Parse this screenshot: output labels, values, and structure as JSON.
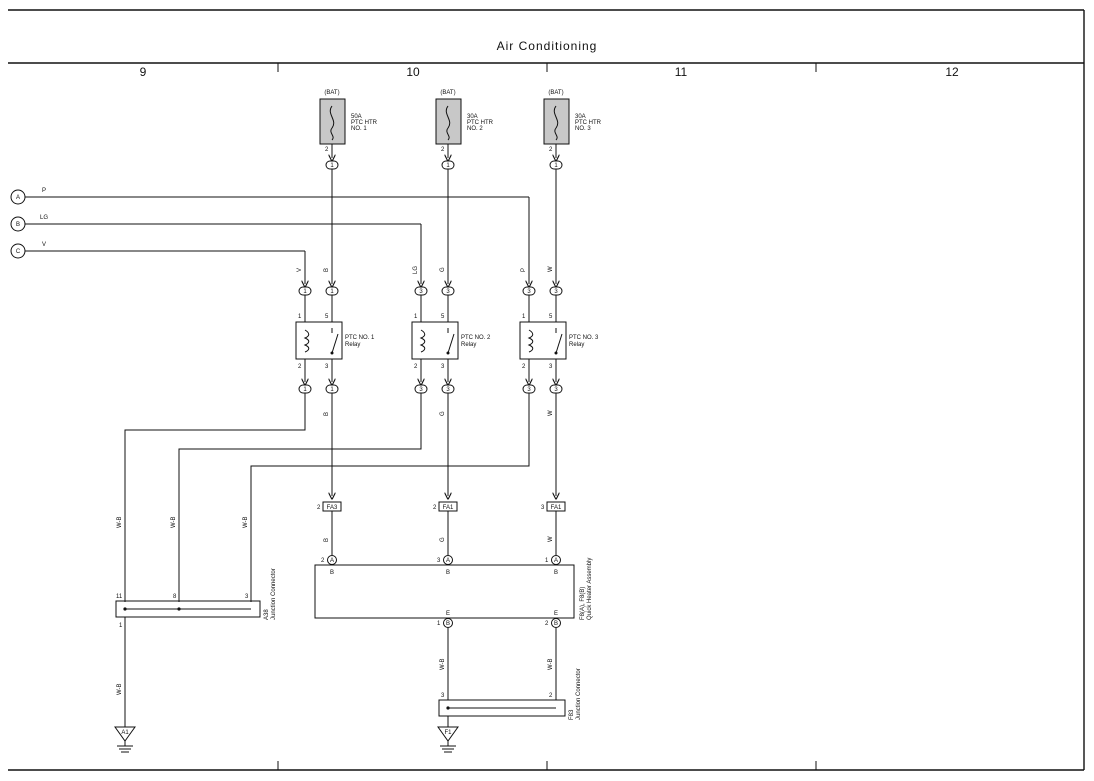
{
  "title": "Air Conditioning",
  "columns": [
    "9",
    "10",
    "11",
    "12"
  ],
  "signals": {
    "a": "A",
    "b": "B",
    "c": "C"
  },
  "wire_colors": {
    "a": "P",
    "b": "LG",
    "c": "V",
    "bat1": "B",
    "bat2": "G",
    "bat3": "W",
    "coil1": "V",
    "coil2": "LG",
    "coil3": "P",
    "sw1": "B",
    "sw2": "G",
    "sw3": "W",
    "out1": "B",
    "out2": "G",
    "out3": "W",
    "gnd1": "W-B",
    "gnd2": "W-B",
    "gnd3": "W-B",
    "heat1": "B",
    "heat2": "G",
    "heat3": "W",
    "e1": "W-B",
    "e2": "W-B",
    "a38out": "W-B"
  },
  "fuses": [
    {
      "source": "(BAT)",
      "amp": "50A",
      "name1": "PTC HTR",
      "name2": "NO. 1",
      "pin": "2",
      "conn": "1"
    },
    {
      "source": "(BAT)",
      "amp": "30A",
      "name1": "PTC HTR",
      "name2": "NO. 2",
      "pin": "2",
      "conn": "1"
    },
    {
      "source": "(BAT)",
      "amp": "30A",
      "name1": "PTC HTR",
      "name2": "NO. 3",
      "pin": "2",
      "conn": "1"
    }
  ],
  "relays": [
    {
      "name": "PTC NO. 1",
      "sub": "Relay",
      "c_top": "1",
      "c_bot": "1",
      "s_top": "1",
      "s_bot": "1",
      "p1": "1",
      "p5": "5",
      "p2": "2",
      "p3": "3"
    },
    {
      "name": "PTC NO. 2",
      "sub": "Relay",
      "c_top": "3",
      "c_bot": "3",
      "s_top": "3",
      "s_bot": "3",
      "p1": "1",
      "p5": "5",
      "p2": "2",
      "p3": "3"
    },
    {
      "name": "PTC NO. 3",
      "sub": "Relay",
      "c_top": "3",
      "c_bot": "3",
      "s_top": "3",
      "s_bot": "3",
      "p1": "1",
      "p5": "5",
      "p2": "2",
      "p3": "3"
    }
  ],
  "fa_connectors": [
    {
      "pin": "2",
      "label": "FA3"
    },
    {
      "pin": "2",
      "label": "FA1"
    },
    {
      "pin": "3",
      "label": "FA1"
    }
  ],
  "heater": {
    "name1": "F8(A), F8(B)",
    "name2": "Quick Heater Assembly",
    "in_pins": [
      {
        "num": "2",
        "circ": "A",
        "lbl": "B"
      },
      {
        "num": "3",
        "circ": "A",
        "lbl": "B"
      },
      {
        "num": "1",
        "circ": "A",
        "lbl": "B"
      }
    ],
    "out_pins": [
      {
        "num": "1",
        "circ": "B",
        "lbl": "E"
      },
      {
        "num": "2",
        "circ": "B",
        "lbl": "E"
      }
    ]
  },
  "a38": {
    "name1": "A38",
    "name2": "Junction Connector",
    "pins": [
      "11",
      "8",
      "3",
      "1"
    ]
  },
  "f83": {
    "name1": "F83",
    "name2": "Junction Connector",
    "pins": [
      "3",
      "2"
    ]
  },
  "grounds": [
    "A1",
    "F1"
  ]
}
